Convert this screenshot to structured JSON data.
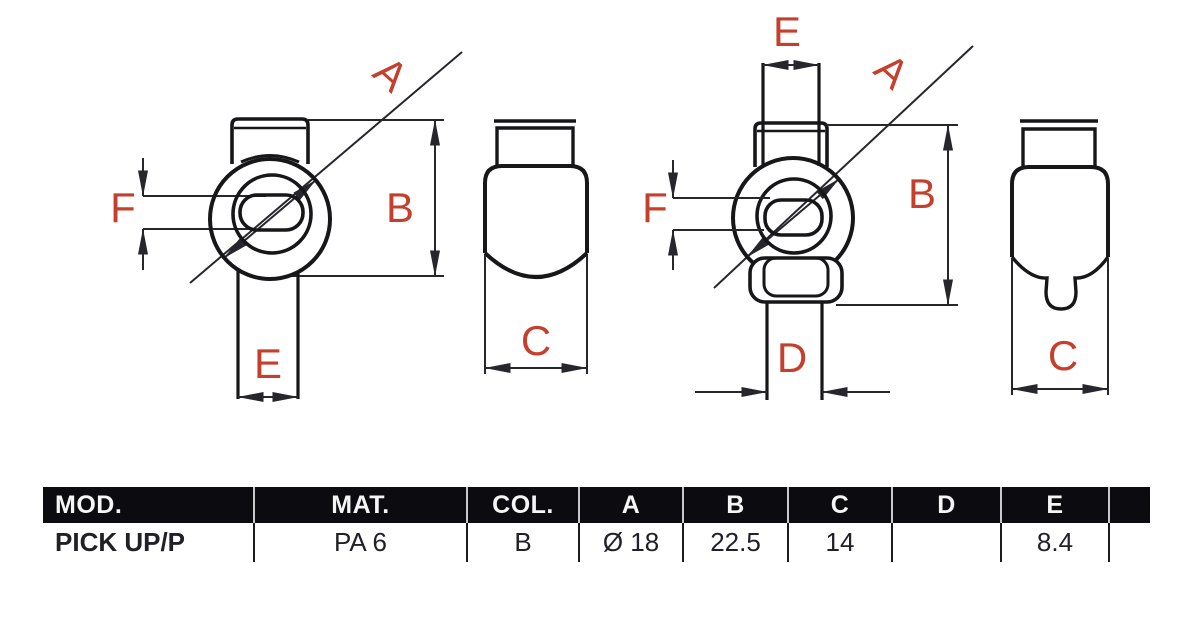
{
  "colors": {
    "label_red": "#c5402c",
    "outline": "#17171a",
    "dimension_line": "#26262c",
    "table_header_bg": "#0b0b10",
    "table_header_text": "#f5f5f5",
    "table_text": "#202028"
  },
  "views": {
    "left_front": {
      "labels": {
        "a": "A",
        "b": "B",
        "e": "E",
        "f": "F"
      }
    },
    "left_side": {
      "labels": {
        "c": "C"
      }
    },
    "right_front": {
      "labels": {
        "a": "A",
        "b": "B",
        "d": "D",
        "e": "E",
        "f": "F"
      }
    },
    "right_side": {
      "labels": {
        "c": "C"
      }
    }
  },
  "table": {
    "headers": [
      "MOD.",
      "MAT.",
      "COL.",
      "A",
      "B",
      "C",
      "D",
      "E",
      ""
    ],
    "row": [
      "PICK UP/P",
      "PA 6",
      "B",
      "Ø 18",
      "22.5",
      "14",
      "",
      "8.4",
      ""
    ]
  }
}
